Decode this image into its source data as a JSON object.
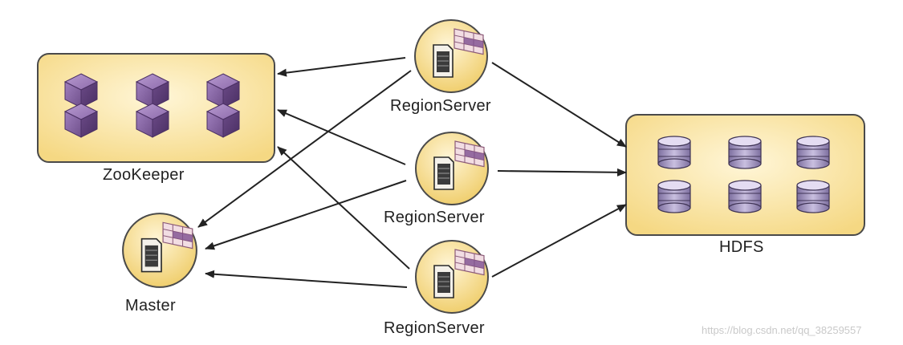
{
  "labels": {
    "zookeeper": "ZooKeeper",
    "hdfs": "HDFS",
    "master": "Master",
    "region_server_1": "RegionServer",
    "region_server_2": "RegionServer",
    "region_server_3": "RegionServer"
  },
  "watermark": "https://blog.csdn.net/qq_38259557",
  "colors": {
    "panel_fill": "#fbe7ad",
    "panel_stroke": "#4a4a4a",
    "cube": "#7d5a9a",
    "disk": "#9b8fb6",
    "arrow": "#222222"
  }
}
